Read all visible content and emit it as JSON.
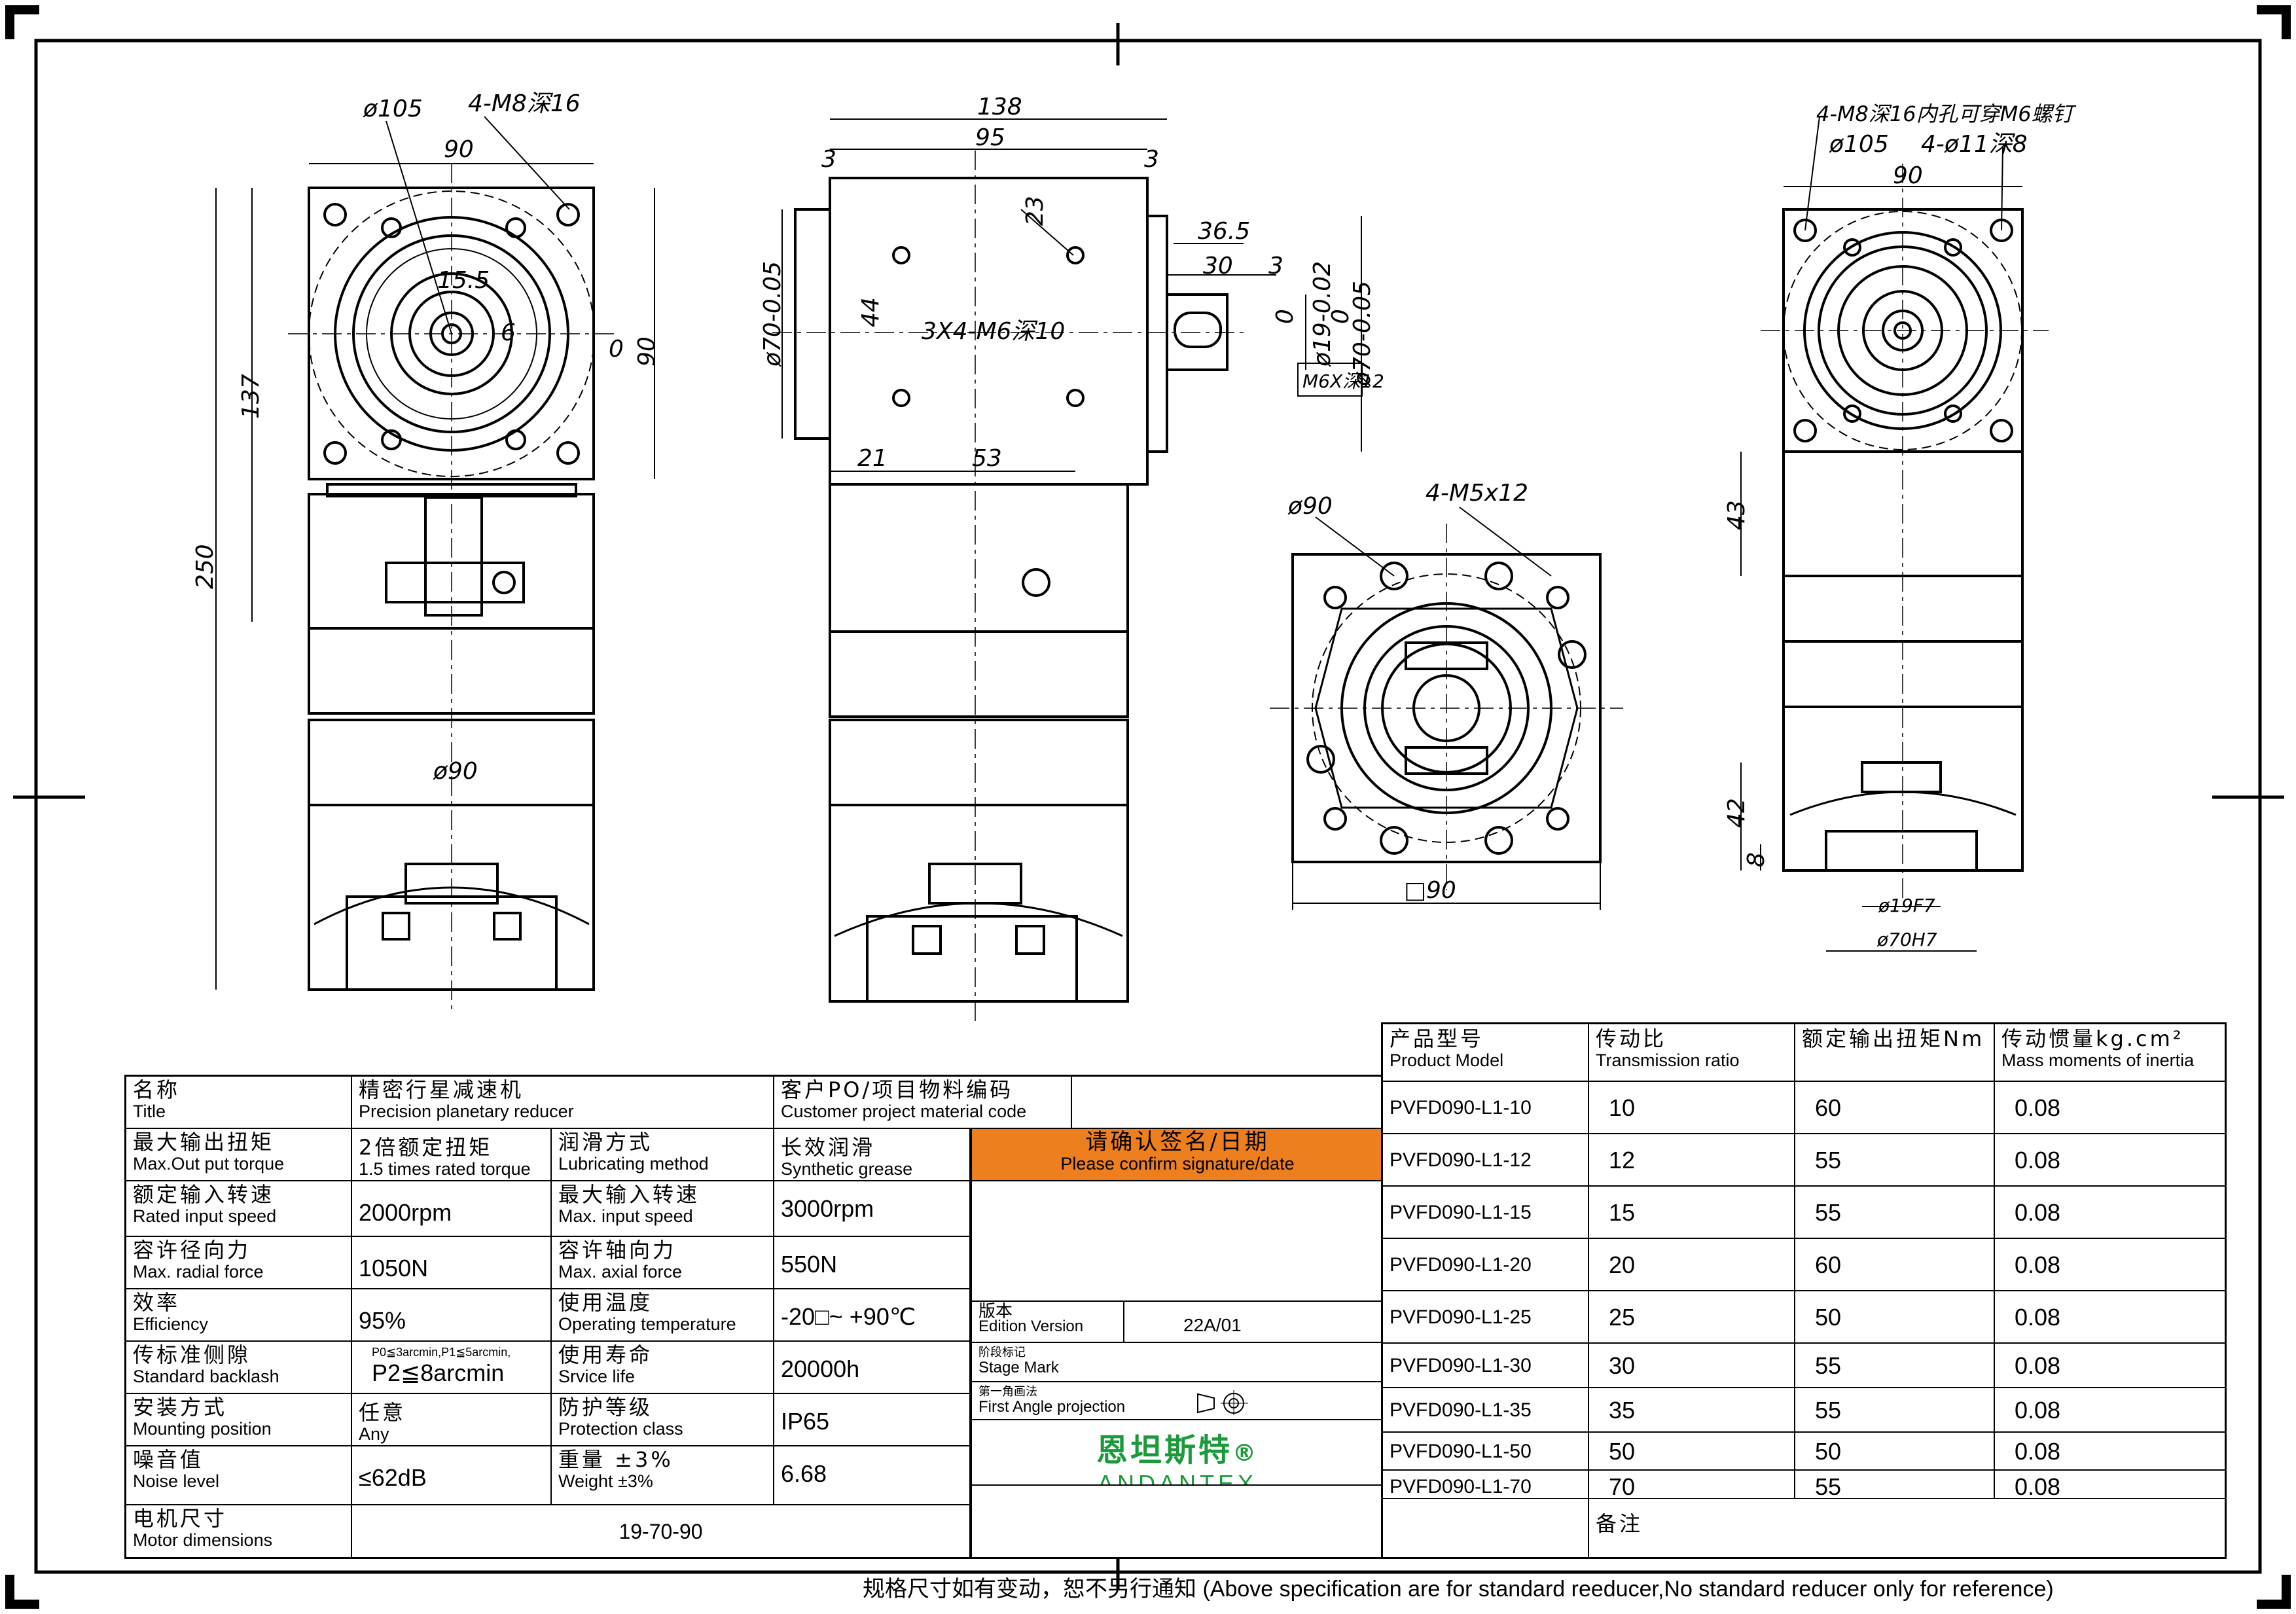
{
  "front_view": {
    "dims": {
      "phi105": "ø105",
      "m8": "4-M8深16",
      "w90": "90",
      "d15_5": "15.5",
      "d6": "6",
      "zero": "0",
      "h90": "90",
      "h137": "137",
      "h250": "250",
      "phi90": "ø90"
    }
  },
  "side_view": {
    "dims": {
      "d138": "138",
      "d95": "95",
      "d3a": "3",
      "d3b": "3",
      "d23": "23",
      "d36_5": "36.5",
      "d30": "30",
      "d3c": "3",
      "d44": "44",
      "holes": "3X4-M6深10",
      "phi70": "ø70-0.05",
      "phi19": "ø19-0.02",
      "phi70b": "ø70-0.05",
      "m6": "M6X深12",
      "d21": "21",
      "d53": "53",
      "zero1": "0",
      "zero2": "0"
    }
  },
  "input_view": {
    "dims": {
      "phi90": "ø90",
      "m5": "4-M5x12",
      "sq90": "□90"
    }
  },
  "right_view": {
    "dims": {
      "m8": "4-M8深16内孔可穿M6螺钉",
      "phi105": "ø105",
      "phi11": "4-ø11深8",
      "w90": "90",
      "h43": "43",
      "h42": "42",
      "h8": "8",
      "phi19": "ø19F7",
      "phi70": "ø70H7"
    }
  },
  "spec_table": {
    "title_cn": "名称",
    "title_en": "Title",
    "title_value_cn": "精密行星减速机",
    "title_value_en": "Precision planetary reducer",
    "customer_cn": "客户PO/项目物料编码",
    "customer_en": "Customer project material code",
    "rows": [
      {
        "l_cn": "最大输出扭矩",
        "l_en": "Max.Out put torque",
        "v1_cn": "2倍额定扭矩",
        "v1_en": "1.5 times rated torque",
        "m_cn": "润滑方式",
        "m_en": "Lubricating method",
        "v2_cn": "长效润滑",
        "v2_en": "Synthetic grease"
      },
      {
        "l_cn": "额定输入转速",
        "l_en": "Rated input speed",
        "v1": "2000rpm",
        "m_cn": "最大输入转速",
        "m_en": "Max. input speed",
        "v2": "3000rpm"
      },
      {
        "l_cn": "容许径向力",
        "l_en": "Max. radial force",
        "v1": "1050N",
        "m_cn": "容许轴向力",
        "m_en": "Max. axial force",
        "v2": "550N"
      },
      {
        "l_cn": "效率",
        "l_en": "Efficiency",
        "v1": "95%",
        "m_cn": "使用温度",
        "m_en": "Operating temperature",
        "v2": "-20□~ +90℃"
      },
      {
        "l_cn": "传标准侧隙",
        "l_en": "Standard backlash",
        "v1_small": "P0≦3arcmin,P1≦5arcmin,",
        "v1": "P2≦8arcmin",
        "m_cn": "使用寿命",
        "m_en": "Srvice life",
        "v2": "20000h"
      },
      {
        "l_cn": "安装方式",
        "l_en": "Mounting position",
        "v1_cn": "任意",
        "v1_en": "Any",
        "m_cn": "防护等级",
        "m_en": "Protection class",
        "v2": "IP65"
      },
      {
        "l_cn": "噪音值",
        "l_en": "Noise level",
        "v1": "≤62dB",
        "m_cn": "重量 ±3%",
        "m_en": "Weight ±3%",
        "v2": "6.68"
      },
      {
        "l_cn": "电机尺寸",
        "l_en": "Motor dimensions",
        "v1": "19-70-90"
      }
    ],
    "confirm_cn": "请确认签名/日期",
    "confirm_en": "Please confirm signature/date",
    "edition_cn": "版本",
    "edition_en": "Edition Version",
    "edition_value": "22A/01",
    "stage_cn": "阶段标记",
    "stage_en": "Stage Mark",
    "projection_cn": "第一角画法",
    "projection_en": "First Angle projection",
    "logo_cn": "恩坦斯特",
    "logo_reg": "®",
    "logo_en": "ANDANTEX",
    "remarks": "备注"
  },
  "model_table": {
    "headers": [
      {
        "cn": "产品型号",
        "en": "Product Model"
      },
      {
        "cn": "传动比",
        "en": "Transmission ratio"
      },
      {
        "cn": "额定输出扭矩Nm",
        "en": ""
      },
      {
        "cn": "传动惯量kg.cm²",
        "en": "Mass moments of inertia"
      }
    ],
    "rows": [
      [
        "PVFD090-L1-10",
        "10",
        "60",
        "0.08"
      ],
      [
        "PVFD090-L1-12",
        "12",
        "55",
        "0.08"
      ],
      [
        "PVFD090-L1-15",
        "15",
        "55",
        "0.08"
      ],
      [
        "PVFD090-L1-20",
        "20",
        "60",
        "0.08"
      ],
      [
        "PVFD090-L1-25",
        "25",
        "50",
        "0.08"
      ],
      [
        "PVFD090-L1-30",
        "30",
        "55",
        "0.08"
      ],
      [
        "PVFD090-L1-35",
        "35",
        "55",
        "0.08"
      ],
      [
        "PVFD090-L1-50",
        "50",
        "50",
        "0.08"
      ],
      [
        "PVFD090-L1-70",
        "70",
        "55",
        "0.08"
      ]
    ]
  },
  "footer_note": "规格尺寸如有变动，恕不另行通知   (Above specification are for standard reeducer,No standard reducer only for reference)"
}
